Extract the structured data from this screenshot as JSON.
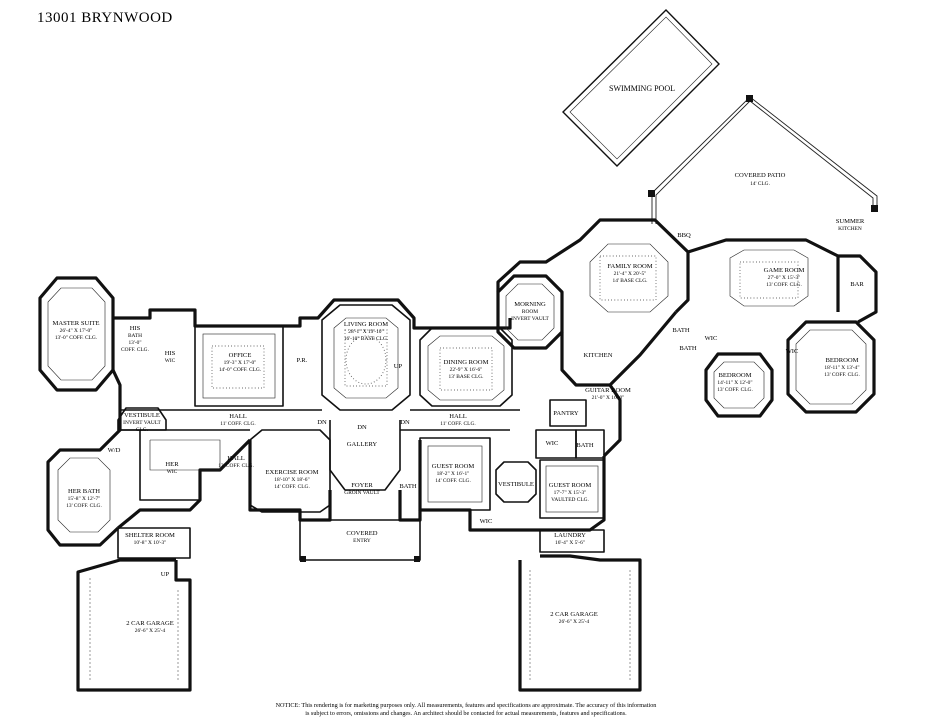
{
  "title": "13001 BRYNWOOD",
  "notice": {
    "line1": "NOTICE:  This rendering is for marketing purposes only.  All measurements, features and specifications are approximate.  The accuracy of this information",
    "line2": "is subject to errors, omissions and changes. An architect should be contacted for actual measurements, features and specifications."
  },
  "rooms": {
    "swimming_pool": "SWIMMING POOL",
    "covered_patio": {
      "name": "COVERED PATIO",
      "detail": "14' CLG."
    },
    "list": [
      {
        "id": "master-suite",
        "name": "MASTER SUITE",
        "lines": [
          "26'-4\" X 17'-0\"",
          "13'-0\" COFF. CLG."
        ]
      },
      {
        "id": "his-bath",
        "name": "HIS",
        "lines": [
          "BATH",
          "13'-0\"",
          "COFF. CLG."
        ]
      },
      {
        "id": "his-wic",
        "name": "HIS",
        "lines": [
          "WIC"
        ]
      },
      {
        "id": "office",
        "name": "OFFICE",
        "lines": [
          "19'-3\" X 17'-0\"",
          "14'-0\" COFF. CLG."
        ]
      },
      {
        "id": "pr",
        "name": "P.R.",
        "lines": []
      },
      {
        "id": "living-room",
        "name": "LIVING ROOM",
        "lines": [
          "28'-1\" X 19'-10\"",
          "16'-10\" BASE CLG."
        ]
      },
      {
        "id": "dining-room",
        "name": "DINING ROOM",
        "lines": [
          "22'-9\" X 16'-6\"",
          "13' BASE CLG."
        ]
      },
      {
        "id": "morning-room",
        "name": "MORNING",
        "lines": [
          "ROOM",
          "INVERT VAULT"
        ]
      },
      {
        "id": "family-room",
        "name": "FAMILY ROOM",
        "lines": [
          "21'-4\" X 20'-5\"",
          "14' BASE CLG."
        ]
      },
      {
        "id": "kitchen",
        "name": "KITCHEN",
        "lines": []
      },
      {
        "id": "bbq",
        "name": "BBQ",
        "lines": []
      },
      {
        "id": "game-room",
        "name": "GAME ROOM",
        "lines": [
          "27'-0\" X 15'-3\"",
          "13' COFF. CLG."
        ]
      },
      {
        "id": "summer-kitchen",
        "name": "SUMMER",
        "lines": [
          "KITCHEN"
        ]
      },
      {
        "id": "bar",
        "name": "BAR",
        "lines": []
      },
      {
        "id": "bedroom-east",
        "name": "BEDROOM",
        "lines": [
          "18'-11\" X 13'-4\"",
          "13' COFF. CLG."
        ]
      },
      {
        "id": "bedroom-mid",
        "name": "BEDROOM",
        "lines": [
          "14'-11\" X 12'-0\"",
          "13' COFF. CLG."
        ]
      },
      {
        "id": "bath-1",
        "name": "BATH",
        "lines": []
      },
      {
        "id": "bath-2",
        "name": "BATH",
        "lines": []
      },
      {
        "id": "wic-1",
        "name": "WIC",
        "lines": []
      },
      {
        "id": "wic-2",
        "name": "WIC",
        "lines": []
      },
      {
        "id": "guitar-room",
        "name": "GUITAR ROOM",
        "lines": [
          "21'-0\" X 16'-0\""
        ]
      },
      {
        "id": "pantry",
        "name": "PANTRY",
        "lines": []
      },
      {
        "id": "vestibule-west",
        "name": "VESTIBULE",
        "lines": [
          "INVERT VAULT",
          "CLG."
        ]
      },
      {
        "id": "hall-west",
        "name": "HALL",
        "lines": [
          "11' COFF. CLG."
        ]
      },
      {
        "id": "hall-east",
        "name": "HALL",
        "lines": [
          "11' COFF. CLG."
        ]
      },
      {
        "id": "gallery",
        "name": "GALLERY",
        "lines": []
      },
      {
        "id": "dn-1",
        "name": "DN",
        "lines": []
      },
      {
        "id": "dn-2",
        "name": "DN",
        "lines": []
      },
      {
        "id": "dn-3",
        "name": "DN",
        "lines": []
      },
      {
        "id": "up-1",
        "name": "UP",
        "lines": []
      },
      {
        "id": "her-wic",
        "name": "HER",
        "lines": [
          "WIC"
        ]
      },
      {
        "id": "hall-vert",
        "name": "HALL",
        "lines": [
          "13' COFF. CLG."
        ]
      },
      {
        "id": "exercise-room",
        "name": "EXERCISE ROOM",
        "lines": [
          "18'-10\" X 18'-6\"",
          "14' COFF. CLG."
        ]
      },
      {
        "id": "foyer",
        "name": "FOYER",
        "lines": [
          "GROIN VAULT"
        ]
      },
      {
        "id": "bath-foyer",
        "name": "BATH",
        "lines": []
      },
      {
        "id": "guest-room-1",
        "name": "GUEST ROOM",
        "lines": [
          "18'-2\" X 16'-1\"",
          "14' COFF. CLG."
        ]
      },
      {
        "id": "vestibule-east",
        "name": "VESTIBULE",
        "lines": []
      },
      {
        "id": "guest-room-2",
        "name": "GUEST ROOM",
        "lines": [
          "17'-7\" X 15'-3\"",
          "VAULTED CLG."
        ]
      },
      {
        "id": "wic-east",
        "name": "WIC",
        "lines": []
      },
      {
        "id": "bath-east",
        "name": "BATH",
        "lines": []
      },
      {
        "id": "wic-guest",
        "name": "WIC",
        "lines": []
      },
      {
        "id": "her-bath",
        "name": "HER BATH",
        "lines": [
          "15'-8\" X 12'-7\"",
          "13' COFF. CLG."
        ]
      },
      {
        "id": "wd",
        "name": "W/D",
        "lines": []
      },
      {
        "id": "shelter-room",
        "name": "SHELTER ROOM",
        "lines": [
          "10'-8\" X 10'-3\""
        ]
      },
      {
        "id": "covered-entry",
        "name": "COVERED",
        "lines": [
          "ENTRY"
        ]
      },
      {
        "id": "laundry",
        "name": "LAUNDRY",
        "lines": [
          "16'-4\" X 5'-6\""
        ]
      },
      {
        "id": "garage-west",
        "name": "2 CAR GARAGE",
        "lines": [
          "26'-6\" X 25'-4"
        ]
      },
      {
        "id": "garage-east",
        "name": "2 CAR GARAGE",
        "lines": [
          "26'-6\" X 25'-4"
        ]
      },
      {
        "id": "up-garage",
        "name": "UP",
        "lines": []
      }
    ]
  }
}
